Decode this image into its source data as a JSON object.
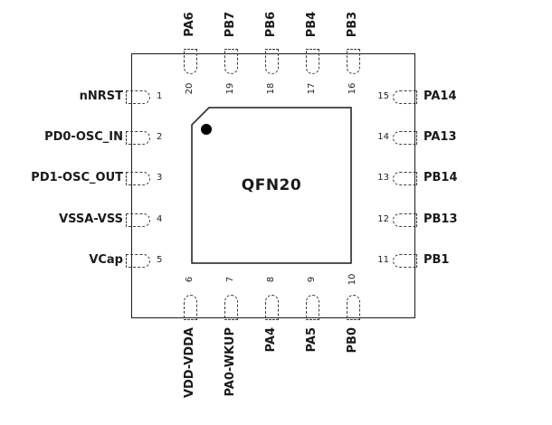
{
  "diagram": {
    "package_label": "QFN20",
    "colors": {
      "outline": "#1a1a1a",
      "pin_outline": "#3c3c3c",
      "pin1_dot": "#000000",
      "background": "#ffffff"
    },
    "pins": {
      "left": [
        {
          "number": "1",
          "label": "nNRST"
        },
        {
          "number": "2",
          "label": "PD0-OSC_IN"
        },
        {
          "number": "3",
          "label": "PD1-OSC_OUT"
        },
        {
          "number": "4",
          "label": "VSSA-VSS"
        },
        {
          "number": "5",
          "label": "VCap"
        }
      ],
      "bottom": [
        {
          "number": "6",
          "label": "VDD-VDDA"
        },
        {
          "number": "7",
          "label": "PA0-WKUP"
        },
        {
          "number": "8",
          "label": "PA4"
        },
        {
          "number": "9",
          "label": "PA5"
        },
        {
          "number": "10",
          "label": "PB0"
        }
      ],
      "right": [
        {
          "number": "15",
          "label": "PA14"
        },
        {
          "number": "14",
          "label": "PA13"
        },
        {
          "number": "13",
          "label": "PB14"
        },
        {
          "number": "12",
          "label": "PB13"
        },
        {
          "number": "11",
          "label": "PB1"
        }
      ],
      "top": [
        {
          "number": "20",
          "label": "PA6"
        },
        {
          "number": "19",
          "label": "PB7"
        },
        {
          "number": "18",
          "label": "PB6"
        },
        {
          "number": "17",
          "label": "PB4"
        },
        {
          "number": "16",
          "label": "PB3"
        }
      ]
    }
  }
}
